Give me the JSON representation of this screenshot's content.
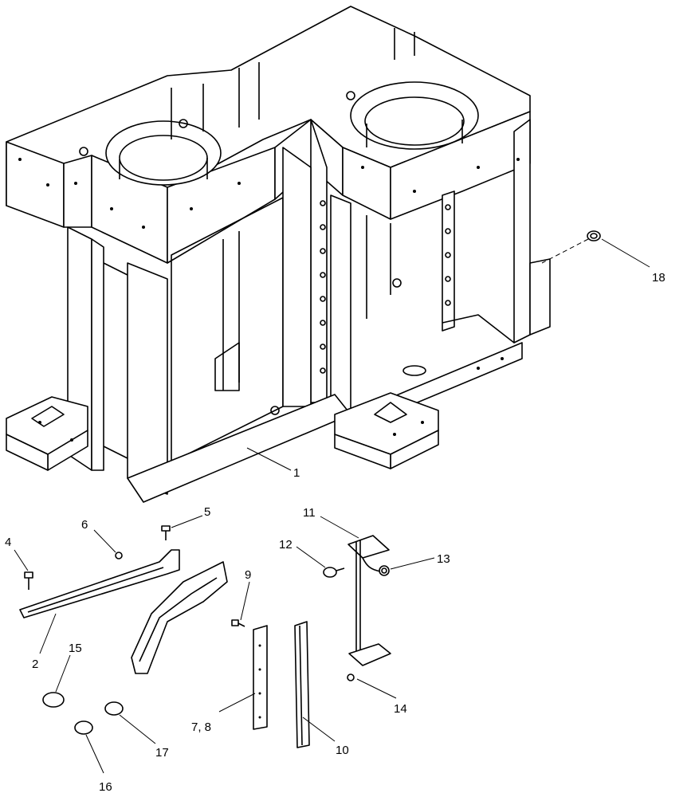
{
  "callouts": {
    "c1": "1",
    "c2": "2",
    "c4": "4",
    "c5": "5",
    "c6": "6",
    "c7_8": "7, 8",
    "c9": "9",
    "c10": "10",
    "c11": "11",
    "c12": "12",
    "c13": "13",
    "c14": "14",
    "c15": "15",
    "c16": "16",
    "c17": "17",
    "c18": "18"
  }
}
